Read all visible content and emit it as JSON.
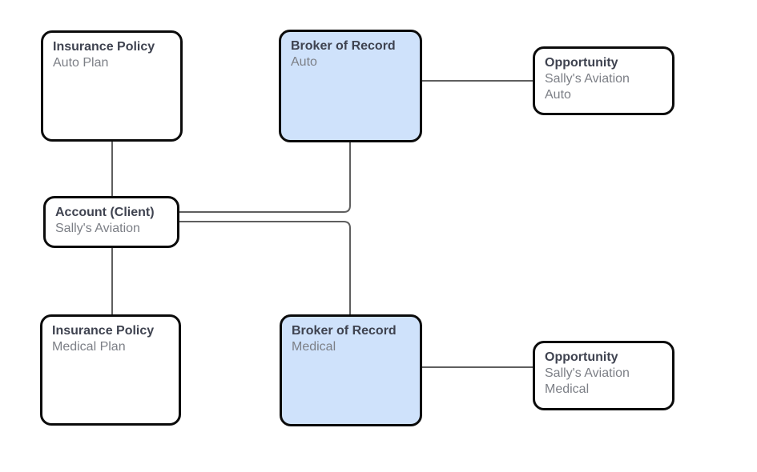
{
  "diagram": {
    "type": "entity-relationship-diagram",
    "colors": {
      "background": "#ffffff",
      "box_fill_default": "#ffffff",
      "box_fill_highlight": "#cfe2fb",
      "box_border": "#0b0b0b",
      "connector": "#5f5f5f",
      "title_text": "#3f4350",
      "subtitle_text": "#7c7f86"
    },
    "nodes": [
      {
        "id": "insurance-policy-auto",
        "title": "Insurance Policy",
        "subtitle": "Auto Plan",
        "highlighted": false
      },
      {
        "id": "broker-of-record-auto",
        "title": "Broker of Record",
        "subtitle": "Auto",
        "highlighted": true
      },
      {
        "id": "opportunity-auto",
        "title": "Opportunity",
        "subtitle": "Sally's Aviation\nAuto",
        "highlighted": false
      },
      {
        "id": "account-client",
        "title": "Account (Client)",
        "subtitle": "Sally's Aviation",
        "highlighted": false
      },
      {
        "id": "insurance-policy-medical",
        "title": "Insurance Policy",
        "subtitle": "Medical Plan",
        "highlighted": false
      },
      {
        "id": "broker-of-record-medical",
        "title": "Broker of Record",
        "subtitle": "Medical",
        "highlighted": true
      },
      {
        "id": "opportunity-medical",
        "title": "Opportunity",
        "subtitle": "Sally's Aviation\nMedical",
        "highlighted": false
      }
    ],
    "connectors": [
      {
        "from": "insurance-policy-auto",
        "to": "account-client"
      },
      {
        "from": "broker-of-record-auto",
        "to": "opportunity-auto"
      },
      {
        "from": "broker-of-record-auto",
        "to": "account-client"
      },
      {
        "from": "account-client",
        "to": "broker-of-record-medical"
      },
      {
        "from": "account-client",
        "to": "insurance-policy-medical"
      },
      {
        "from": "broker-of-record-medical",
        "to": "opportunity-medical"
      }
    ]
  }
}
